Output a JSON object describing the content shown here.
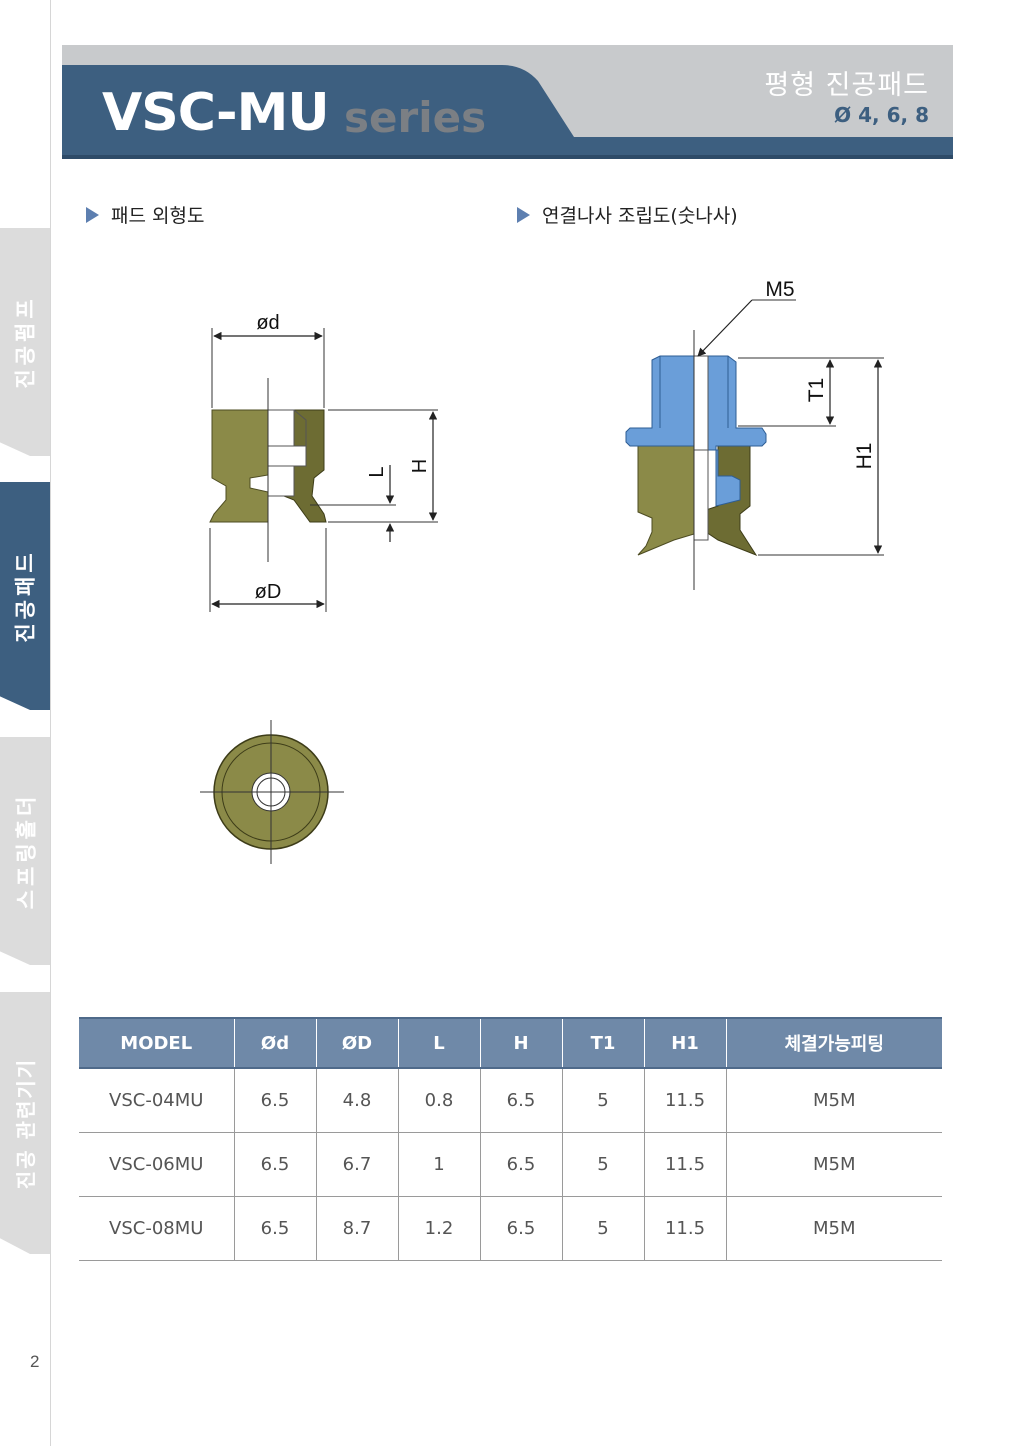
{
  "header": {
    "series_code": "VSC-MU",
    "series_word": "series",
    "subtitle": "평형 진공패드",
    "sizes": "Ø 4, 6, 8",
    "colors": {
      "primary": "#3d5f80",
      "band": "#c8cacc",
      "accent": "#5d7fb0"
    }
  },
  "sidebar": {
    "tabs": [
      {
        "label": "진공펌프",
        "active": false
      },
      {
        "label": "진공패드",
        "active": true
      },
      {
        "label": "스프링홀더",
        "active": false
      },
      {
        "label": "진공 관련기기",
        "active": false
      }
    ]
  },
  "page_number": "2",
  "sections": {
    "outline_title": "패드 외형도",
    "assembly_title": "연결나사 조립도(숫나사)"
  },
  "drawing_labels": {
    "phi_d": "ød",
    "phi_D": "øD",
    "L": "L",
    "H": "H",
    "M5": "M5",
    "T1": "T1",
    "H1": "H1"
  },
  "table": {
    "headers": [
      "MODEL",
      "Ød",
      "ØD",
      "L",
      "H",
      "T1",
      "H1",
      "체결가능피팅"
    ],
    "rows": [
      [
        "VSC-04MU",
        "6.5",
        "4.8",
        "0.8",
        "6.5",
        "5",
        "11.5",
        "M5M"
      ],
      [
        "VSC-06MU",
        "6.5",
        "6.7",
        "1",
        "6.5",
        "5",
        "11.5",
        "M5M"
      ],
      [
        "VSC-08MU",
        "6.5",
        "8.7",
        "1.2",
        "6.5",
        "5",
        "11.5",
        "M5M"
      ]
    ]
  }
}
